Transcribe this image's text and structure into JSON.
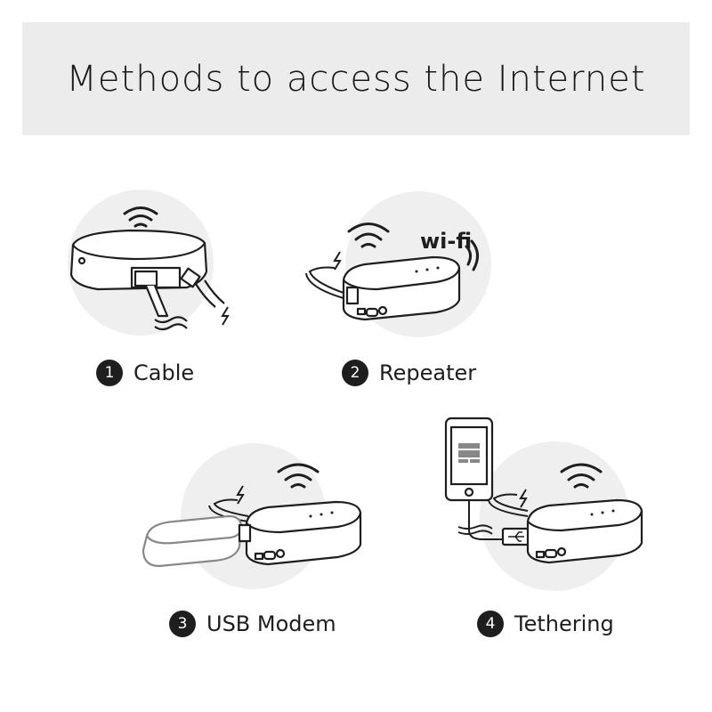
{
  "header": {
    "title": "Methods to access the Internet"
  },
  "methods": [
    {
      "number": "1",
      "label": "Cable",
      "icon": "router-ethernet-cable"
    },
    {
      "number": "2",
      "label": "Repeater",
      "icon": "router-wifi-repeater"
    },
    {
      "number": "3",
      "label": "USB Modem",
      "icon": "router-usb-modem"
    },
    {
      "number": "4",
      "label": "Tethering",
      "icon": "router-phone-tethering"
    }
  ],
  "wifi_logo": {
    "text": "wi-fi"
  },
  "colors": {
    "banner": "#ececec",
    "circle": "#efefef",
    "ink": "#1e1e1e",
    "modem": "#888888"
  }
}
